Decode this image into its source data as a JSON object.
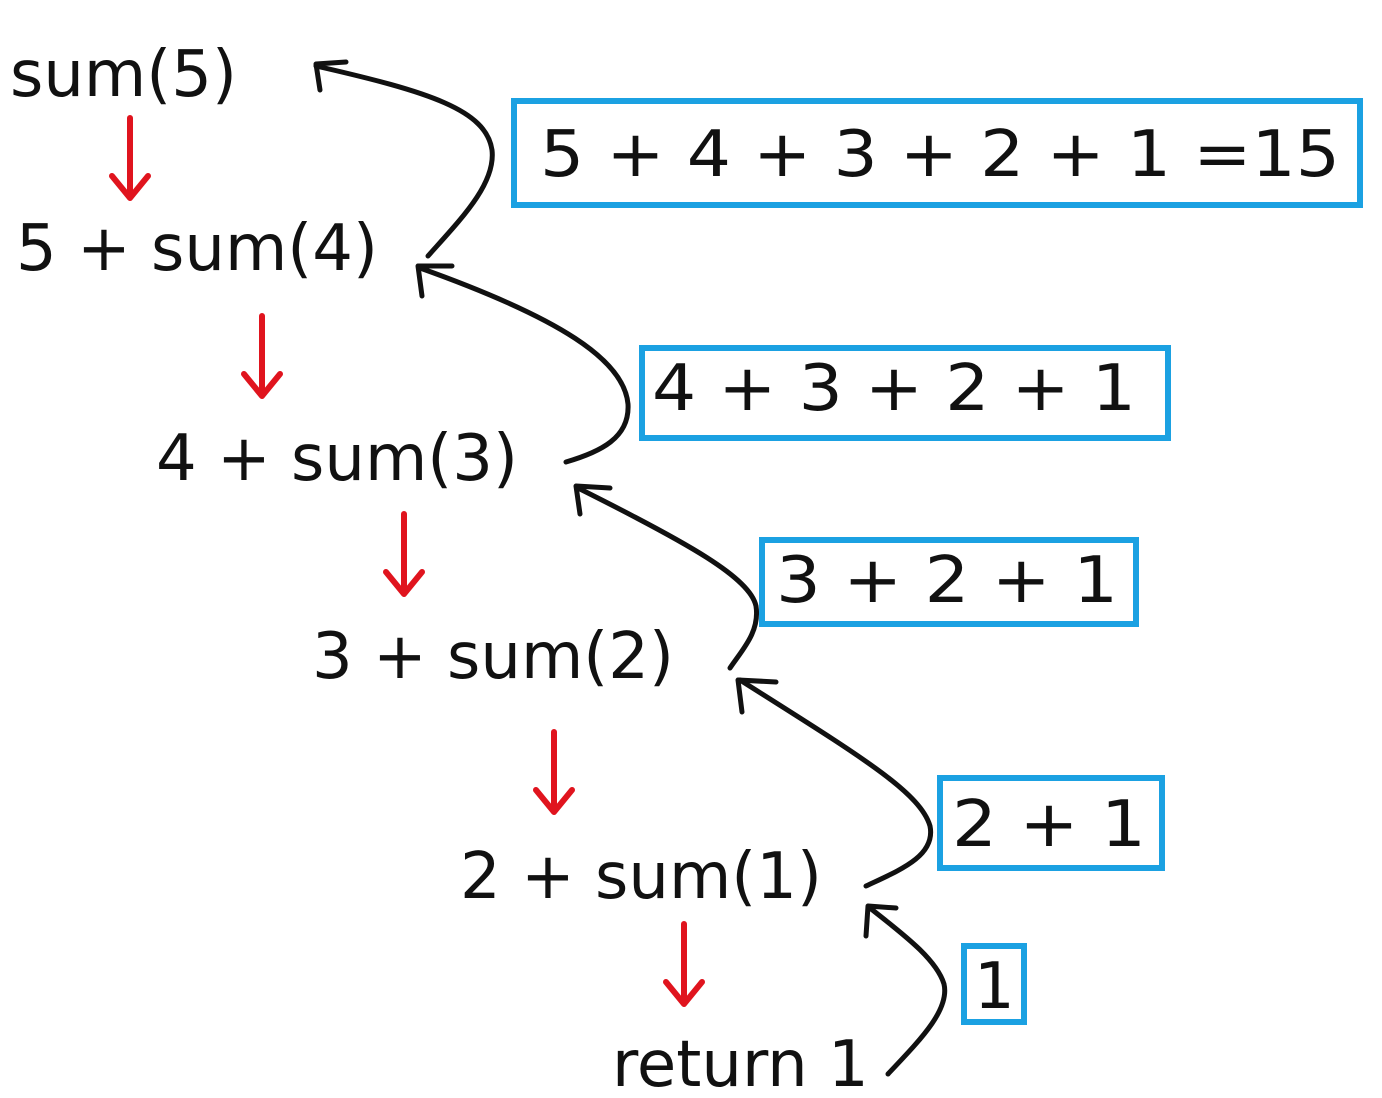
{
  "calls": [
    {
      "id": "sum5",
      "text": "sum(5)"
    },
    {
      "id": "sum4",
      "text": "5 + sum(4)"
    },
    {
      "id": "sum3",
      "text": "4 + sum(3)"
    },
    {
      "id": "sum2",
      "text": "3 + sum(2)"
    },
    {
      "id": "sum1",
      "text": "2 + sum(1)"
    },
    {
      "id": "base",
      "text": "return 1"
    }
  ],
  "results": [
    {
      "id": "r5",
      "text": "5 + 4 + 3 + 2 + 1 =15"
    },
    {
      "id": "r4",
      "text": "4 + 3 + 2 + 1"
    },
    {
      "id": "r3",
      "text": "3 + 2 + 1"
    },
    {
      "id": "r2",
      "text": "2 + 1"
    },
    {
      "id": "r1",
      "text": "1"
    }
  ],
  "colors": {
    "call_arrow": "#e0141e",
    "return_arrow": "#111111",
    "box_border": "#1ba1e2",
    "text": "#111111"
  }
}
